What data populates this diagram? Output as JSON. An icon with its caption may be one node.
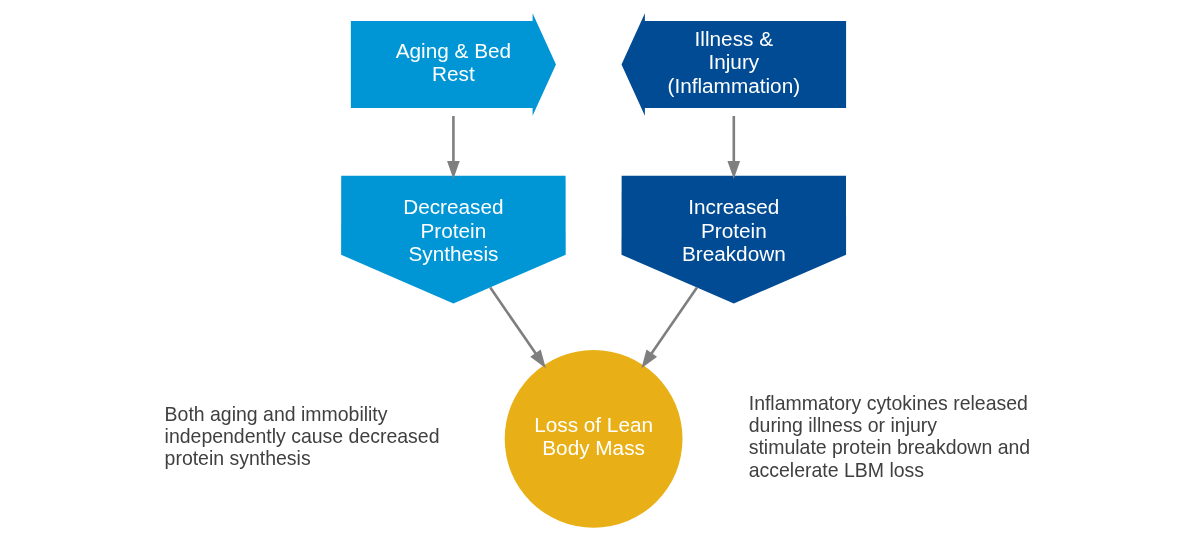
{
  "diagram": {
    "nodes": [
      {
        "text": [
          "Aging & Bed Rest"
        ]
      },
      {
        "text": [
          "Decreased Protein Synthesis"
        ]
      },
      {
        "text": [
          "Illness & Injury (Inflammation)"
        ]
      },
      {
        "text": [
          "Increased Protein Breakdown"
        ]
      },
      {
        "text": [
          "Loss of Lean Body Mass"
        ]
      }
    ],
    "edges": [
      {
        "from": 0,
        "to": 1,
        "arrow": "to"
      },
      {
        "from": 1,
        "to": 4,
        "arrow": "to"
      },
      {
        "from": 2,
        "to": 3,
        "arrow": "to"
      },
      {
        "from": 3,
        "to": 4,
        "arrow": "to"
      }
    ],
    "labels": [
      "Both aging and immobility independently cause decreased protein synthesis",
      "Inflammatory cytokines released during illness or injury stimulate protein breakdown and accelerate LBM loss"
    ]
  }
}
